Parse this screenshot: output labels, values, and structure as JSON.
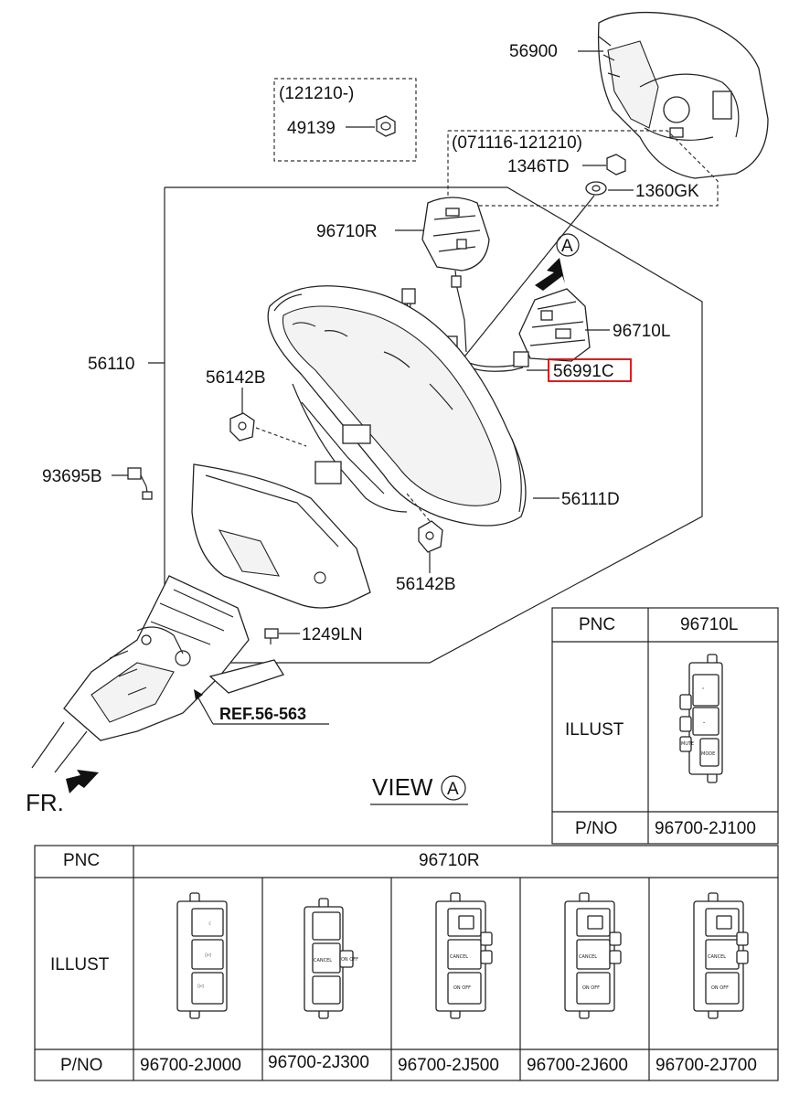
{
  "callouts": {
    "p56900": "56900",
    "p121210": "(121210-)",
    "p49139": "49139",
    "p071116": "(071116-121210)",
    "p1346TD": "1346TD",
    "p1360GK": "1360GK",
    "p96710R": "96710R",
    "pA": "A",
    "p96710L": "96710L",
    "p56110": "56110",
    "p56991C": "56991C",
    "p56142B_top": "56142B",
    "p93695B": "93695B",
    "p56111D": "56111D",
    "p56142B_bottom": "56142B",
    "p1249LN": "1249LN",
    "ref": "REF.56-563",
    "fr": "FR.",
    "view": "VIEW",
    "view_circle": "A"
  },
  "highlight_part": "56991C",
  "table_left_switch": {
    "pnc_header": "PNC",
    "pnc_value": "96710L",
    "illust_label": "ILLUST",
    "pno_label": "P/NO",
    "part_number": "96700-2J100",
    "buttons": [
      "MUTE",
      "MODE"
    ]
  },
  "table_right_switch": {
    "pnc_header": "PNC",
    "pnc_value": "96710R",
    "illust_label": "ILLUST",
    "pno_label": "P/NO",
    "part_numbers": [
      "96700-2J000",
      "96700-2J300",
      "96700-2J500",
      "96700-2J600",
      "96700-2J700"
    ],
    "button_labels": [
      "CANCEL",
      "ON OFF"
    ]
  },
  "colors": {
    "highlight": "#e60000",
    "line": "#222222"
  }
}
